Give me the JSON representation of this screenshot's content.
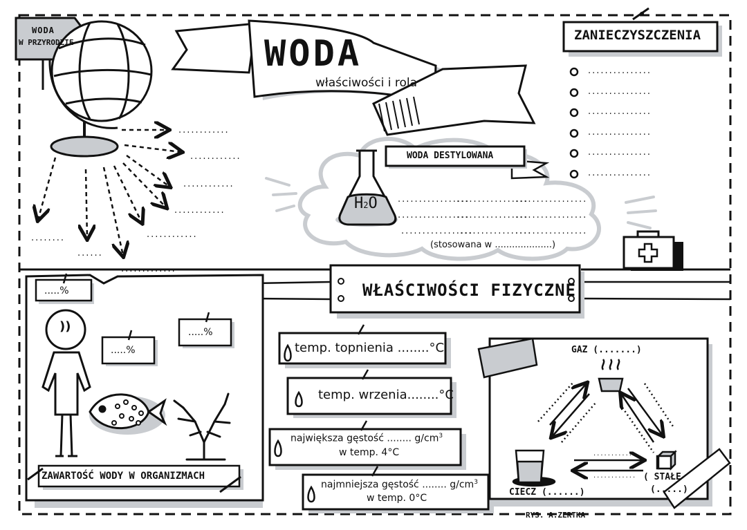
{
  "sign": {
    "line1": "WODA",
    "line2": "W PRZYRODZIE"
  },
  "banner": {
    "title": "WODA",
    "subtitle": "właściwości i rola"
  },
  "pollution": {
    "title": "ZANIECZYSZCZENIA",
    "item": "..............."
  },
  "globe_blanks": {
    "b1": "............",
    "b2": "............",
    "b3": "............",
    "b4": "............",
    "b5": "............",
    "b6": "............",
    "b7": "........",
    "b8": "......",
    "b9": ".............",
    "b10": "............."
  },
  "distilled": {
    "label": "WODA DESTYLOWANA",
    "flask": "H",
    "flask_sub": "2",
    "flask_o": "O",
    "line": ".................",
    "usage": "(stosowana w ....................)"
  },
  "physical": {
    "title": "WŁAŚCIWOŚCI FIZYCZNE"
  },
  "organisms": {
    "label": "ZAWARTOŚĆ WODY W ORGANIZMACH",
    "pct1": ".....%",
    "pct2": ".....%",
    "pct3": ".....%",
    "human_face": "))"
  },
  "props": {
    "melting": "temp. topnienia ........°C",
    "boiling": "temp. wrzenia........°C",
    "maxdens1": "największa gęstość ........ g/cm",
    "maxdens2": "w temp. 4°C",
    "mindens1": "najmniejsza gęstość ........ g/cm",
    "mindens2": "w temp. 0°C",
    "cube": "3"
  },
  "states": {
    "gas": "GAZ (.......)",
    "liquid": "CIECZ (......)",
    "solid1": "( STAŁE",
    "solid2": "(.....)",
    "arrow_dots": "............"
  },
  "signature": "RYS. A.ZERTKA"
}
